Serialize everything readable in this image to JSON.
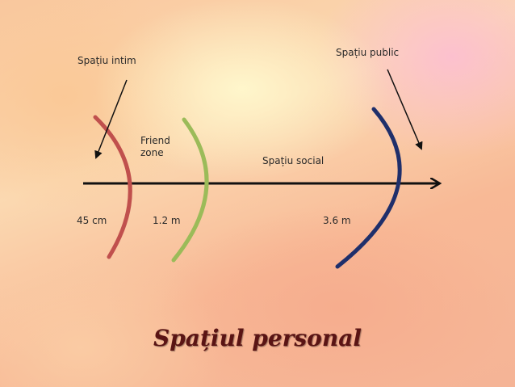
{
  "labels": {
    "intimate": "Spațiu intim",
    "public": "Spațiu public",
    "friend_line1": "Friend",
    "friend_line2": "zone",
    "social": "Spațiu social"
  },
  "distances": {
    "d1": "45 cm",
    "d2": "1.2 m",
    "d3": "3.6 m"
  },
  "title": "Spațiul personal",
  "colors": {
    "intimate_arc": "#c0504d",
    "friend_arc": "#9bbb59",
    "public_arc": "#1f2f6b",
    "axis": "#111111",
    "title": "#5a1414"
  }
}
